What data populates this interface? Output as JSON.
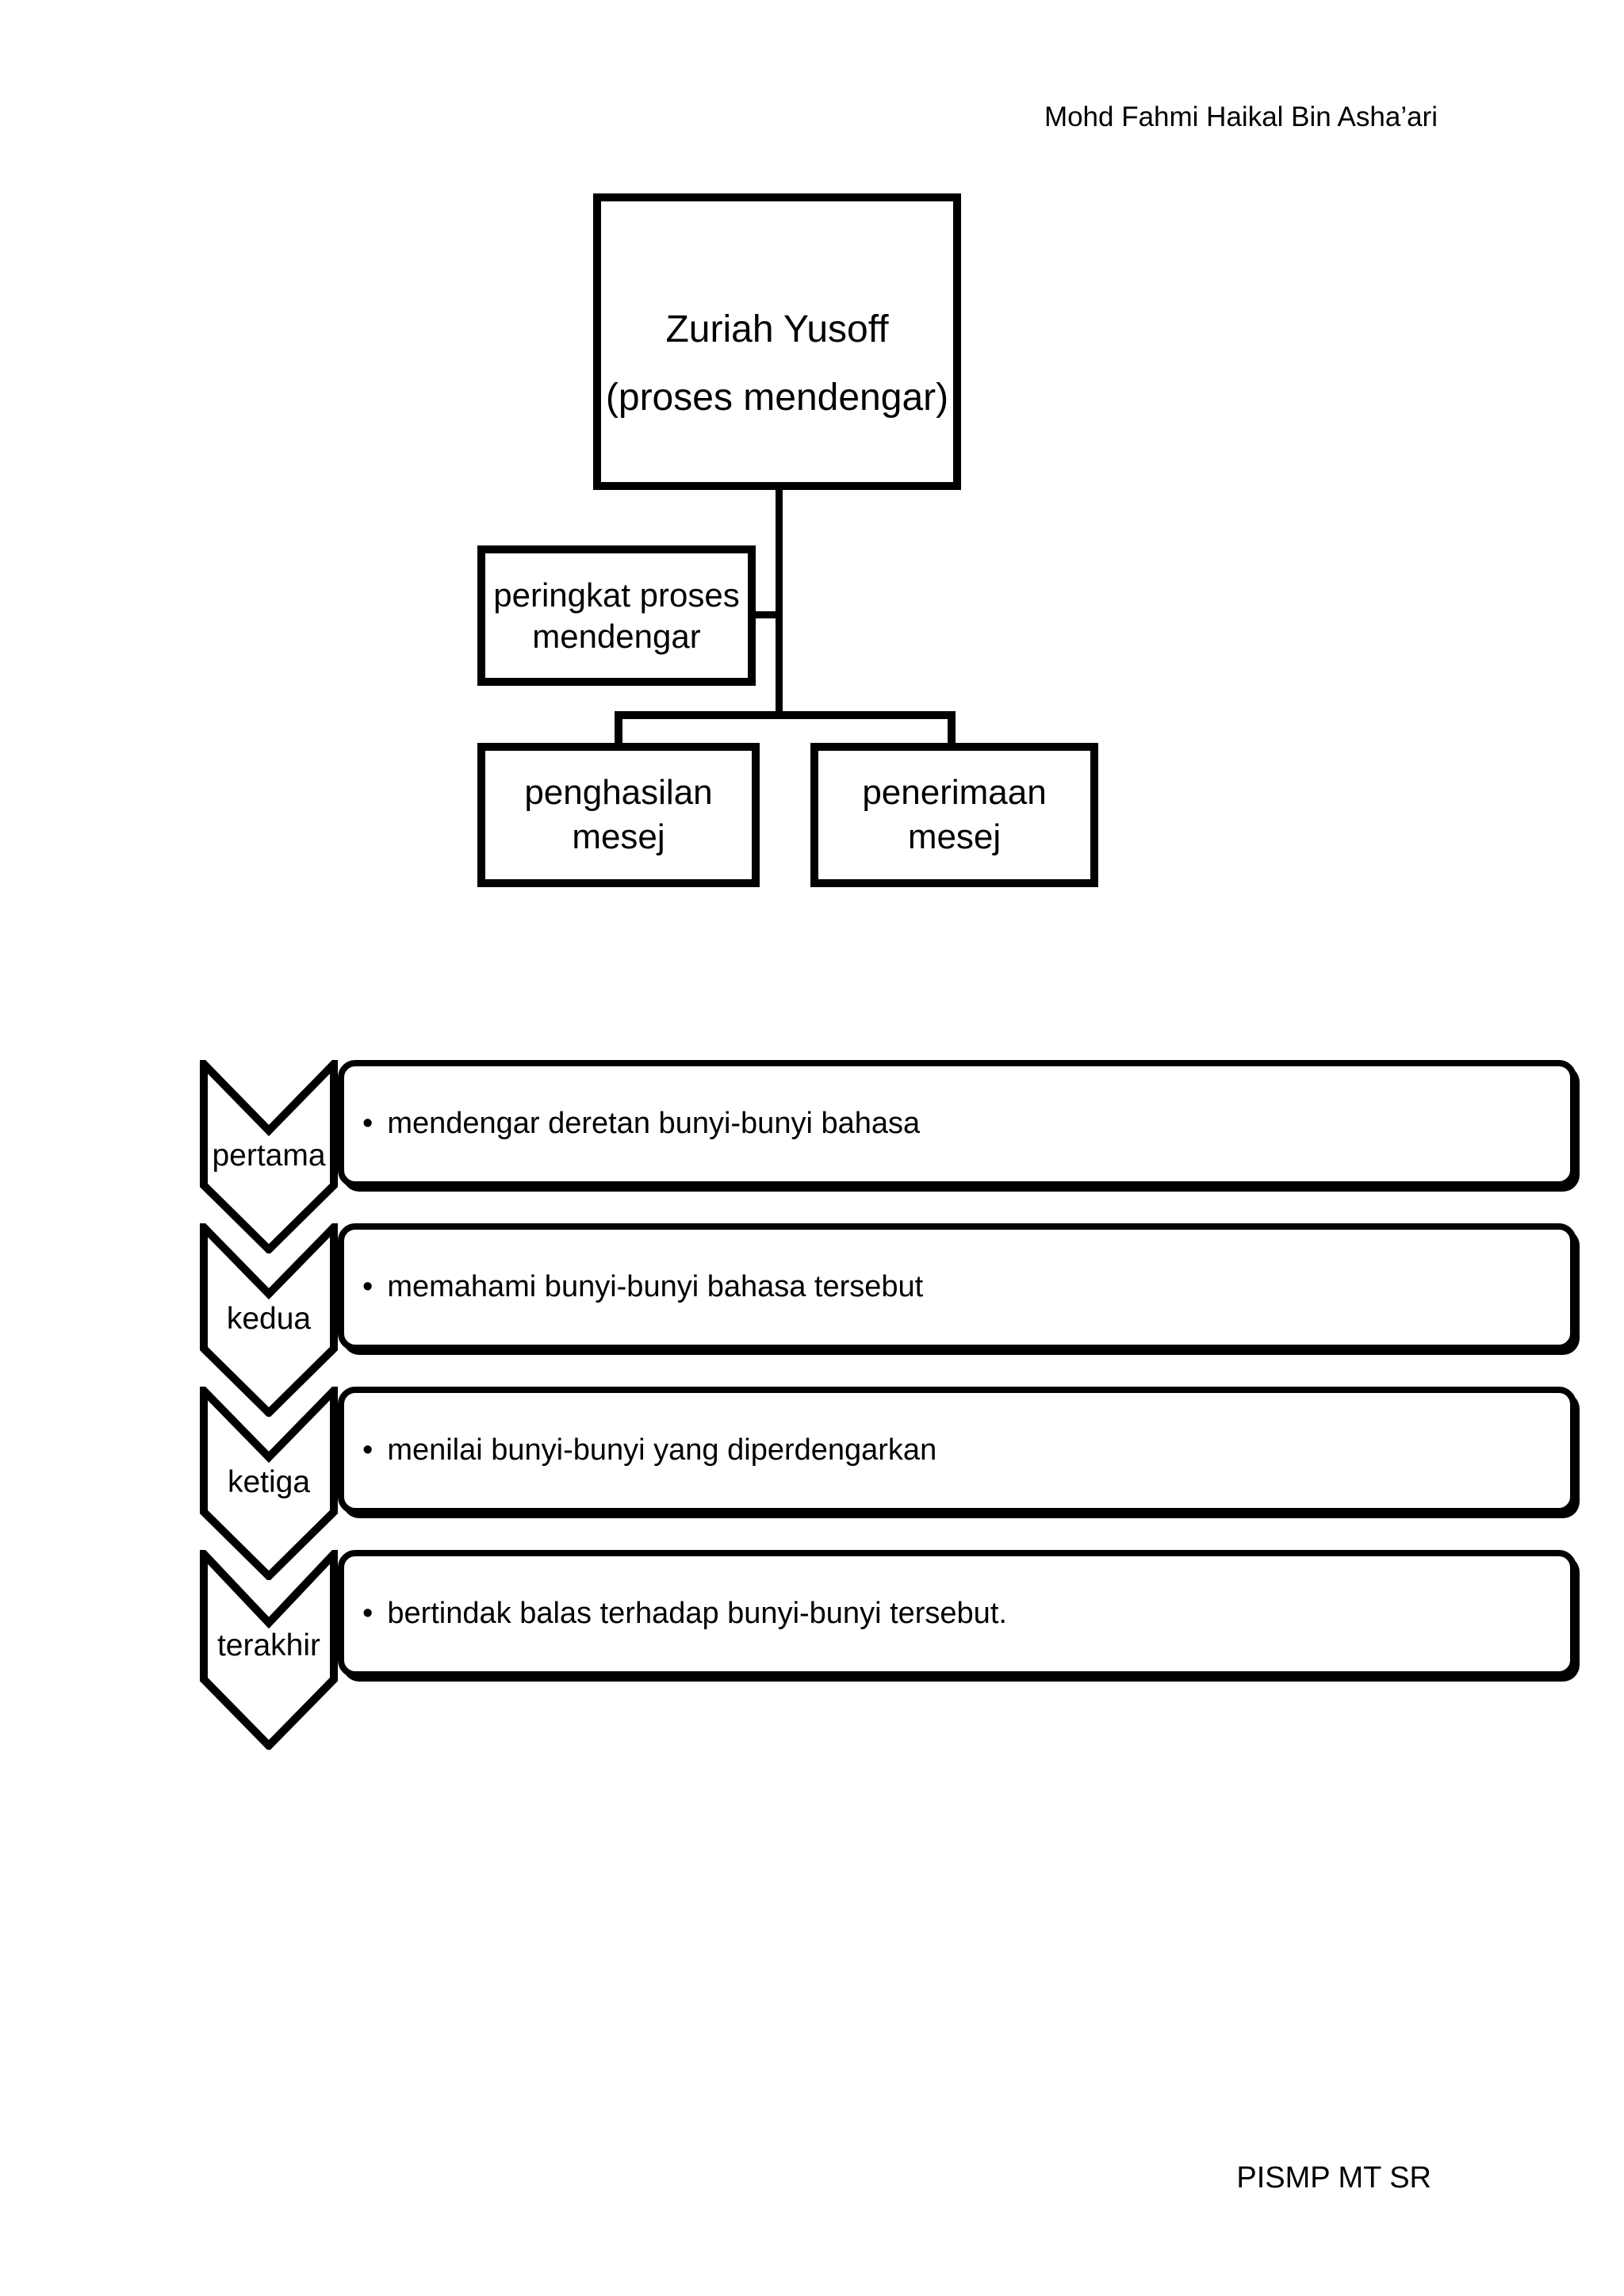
{
  "page": {
    "header": "Mohd Fahmi Haikal Bin Asha’ari",
    "footer": "PISMP MT SR"
  },
  "org_chart": {
    "root": {
      "line1": "Zuriah Yusoff",
      "line2": "(proses mendengar)"
    },
    "assistant": {
      "line1": "peringkat proses",
      "line2": "mendengar"
    },
    "children": [
      {
        "line1": "penghasilan",
        "line2": "mesej"
      },
      {
        "line1": "penerimaan",
        "line2": "mesej"
      }
    ]
  },
  "process_list": {
    "bullet": "•",
    "items": [
      {
        "label": "pertama",
        "text": "mendengar deretan bunyi-bunyi bahasa"
      },
      {
        "label": "kedua",
        "text": "memahami bunyi-bunyi bahasa tersebut"
      },
      {
        "label": "ketiga",
        "text": "menilai bunyi-bunyi yang diperdengarkan"
      },
      {
        "label": "terakhir",
        "text": "bertindak balas terhadap bunyi-bunyi tersebut."
      }
    ]
  },
  "colors": {
    "ink": "#000000",
    "paper": "#ffffff"
  }
}
